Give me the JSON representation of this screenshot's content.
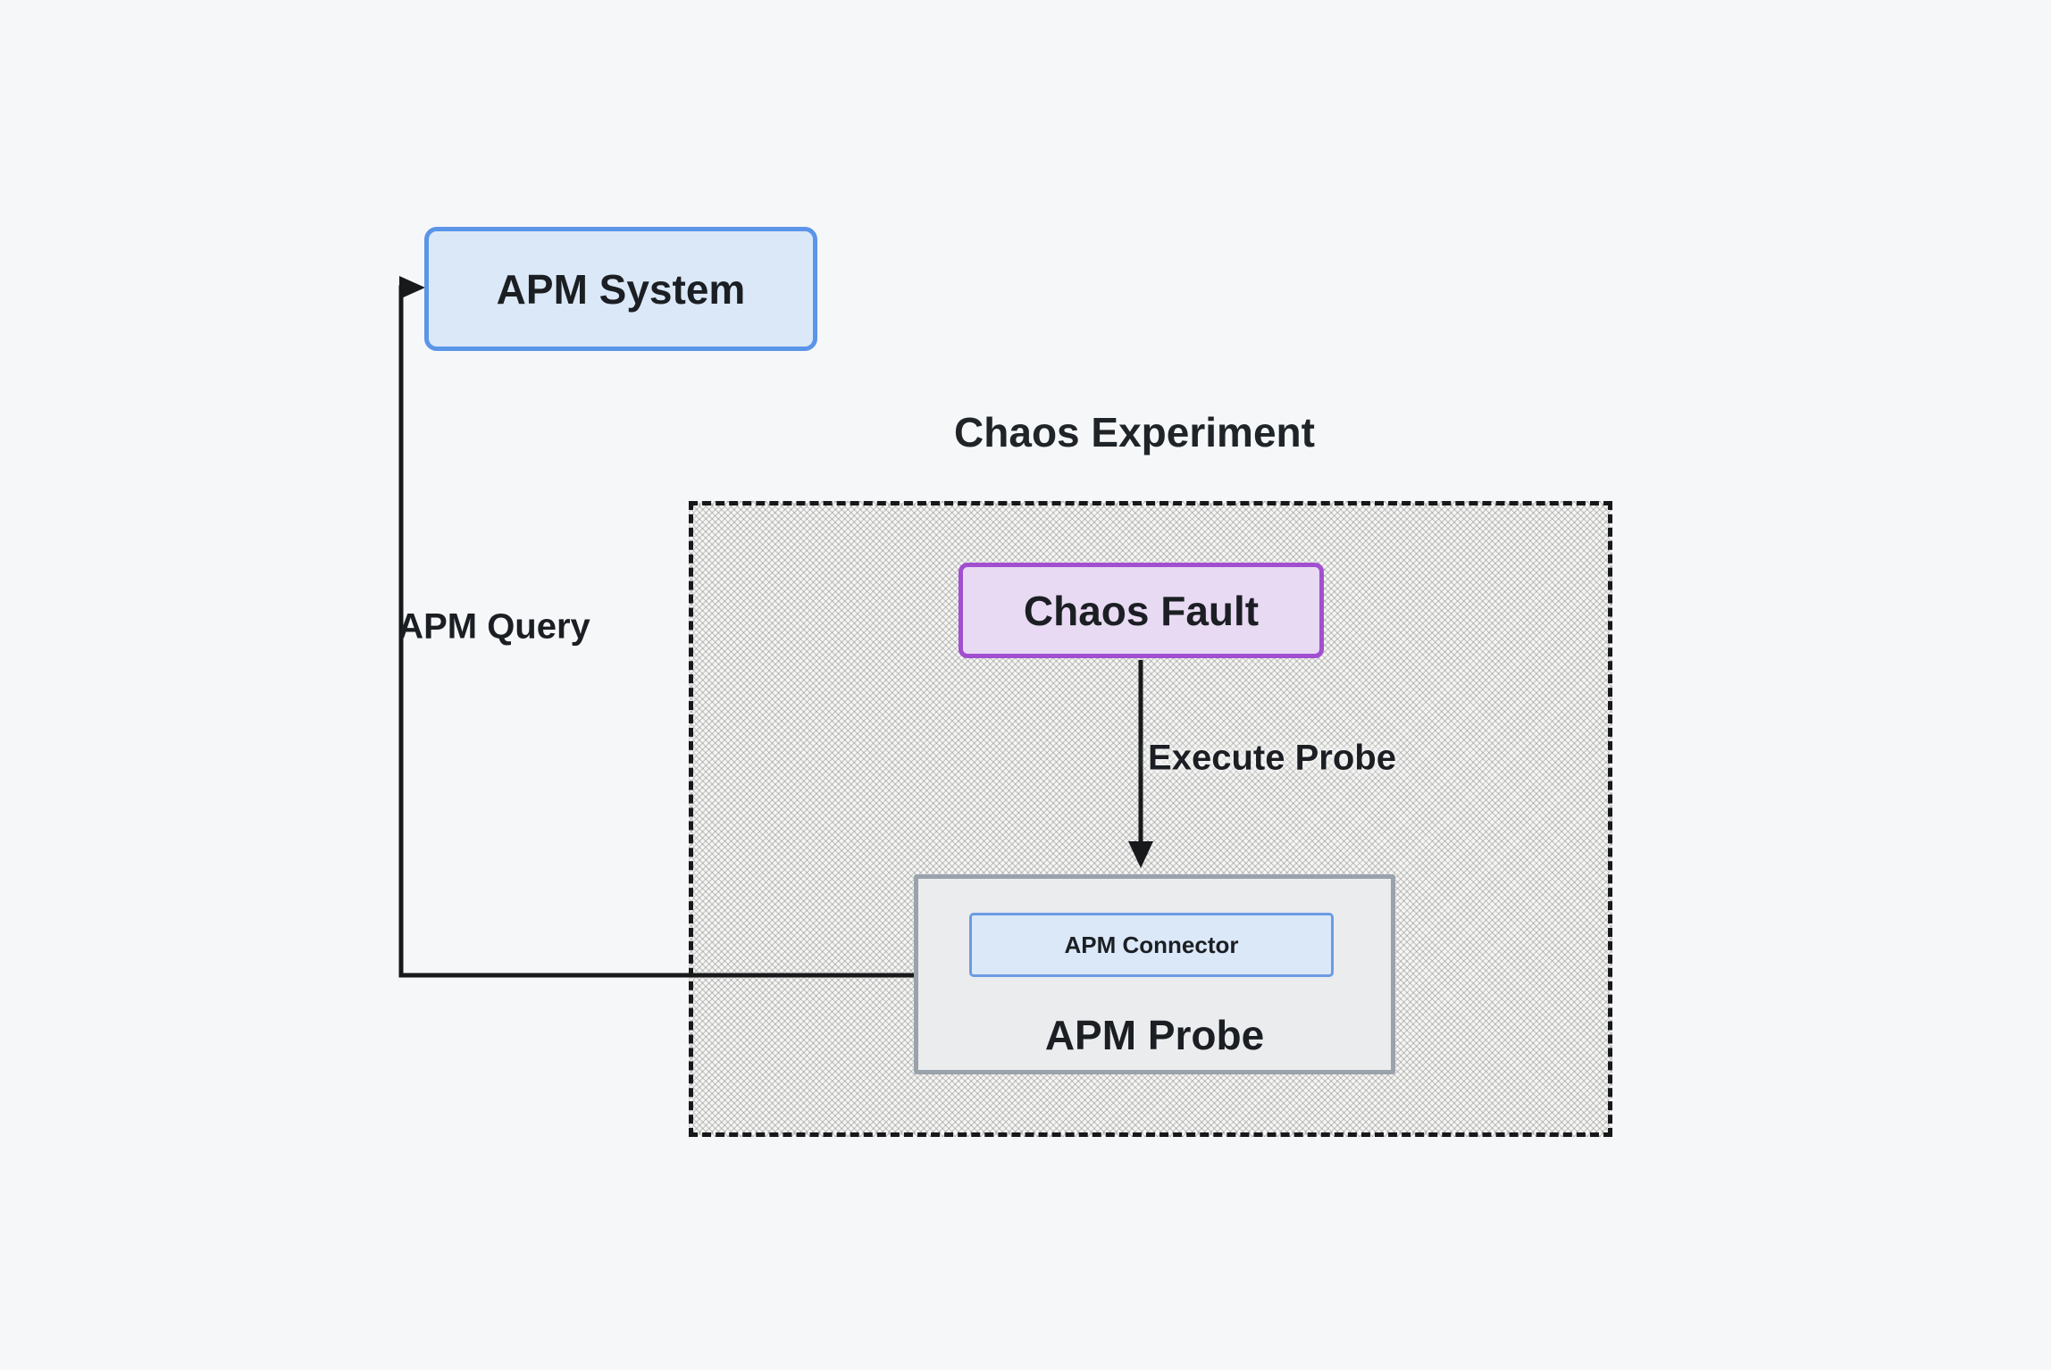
{
  "diagram": {
    "title": "Chaos Experiment",
    "nodes": {
      "apm_system": {
        "label": "APM System"
      },
      "chaos_fault": {
        "label": "Chaos Fault"
      },
      "apm_probe": {
        "label": "APM Probe"
      },
      "apm_connector": {
        "label": "APM Connector"
      }
    },
    "edges": {
      "apm_query": {
        "label": "APM Query"
      },
      "execute_probe": {
        "label": "Execute Probe"
      }
    }
  },
  "colors": {
    "bg": "#f6f7f9",
    "line": "#17191b",
    "blue_border": "#5b95e8",
    "blue_border2": "#6b9be4",
    "blue_fill": "#dbe8f8",
    "purple_border": "#a14fd0",
    "purple_fill": "#e9daf3",
    "gray_border": "#9aa2ac",
    "gray_fill": "#ebecee"
  }
}
